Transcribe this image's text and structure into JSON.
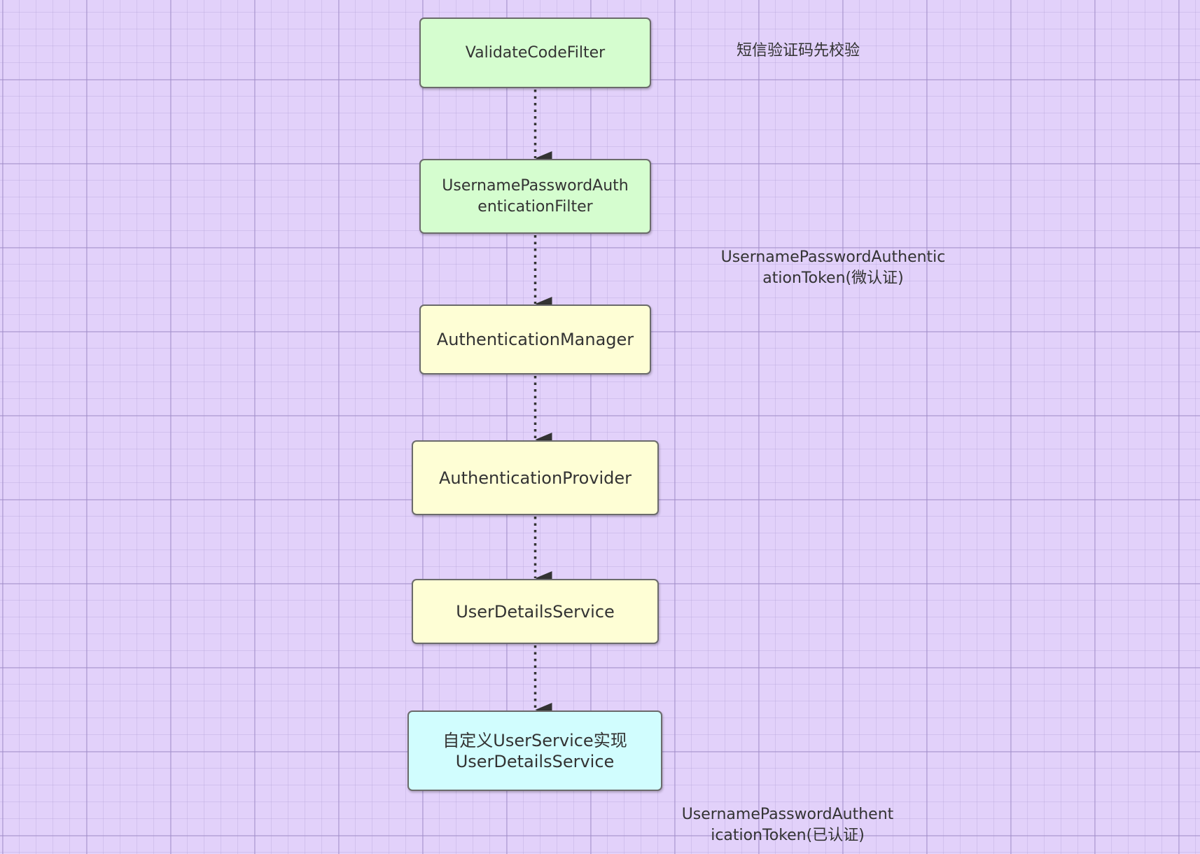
{
  "nodes": [
    {
      "id": "validate-code-filter",
      "lines": [
        "ValidateCodeFilter"
      ],
      "fill": "#d5fdcf"
    },
    {
      "id": "username-password-authentication-filter",
      "lines": [
        "UsernamePasswordAuth",
        "enticationFilter"
      ],
      "fill": "#d5fdcf"
    },
    {
      "id": "authentication-manager",
      "lines": [
        "AuthenticationManager"
      ],
      "fill": "#fefed5"
    },
    {
      "id": "authentication-provider",
      "lines": [
        "AuthenticationProvider"
      ],
      "fill": "#fefed5"
    },
    {
      "id": "user-details-service",
      "lines": [
        "UserDetailsService"
      ],
      "fill": "#fefed5"
    },
    {
      "id": "custom-user-service",
      "lines": [
        "自定义UserService实现",
        "UserDetailsService"
      ],
      "fill": "#d1fdfe"
    }
  ],
  "edges": [
    {
      "from": "validate-code-filter",
      "to": "username-password-authentication-filter",
      "style": "dotted"
    },
    {
      "from": "username-password-authentication-filter",
      "to": "authentication-manager",
      "style": "dotted"
    },
    {
      "from": "authentication-manager",
      "to": "authentication-provider",
      "style": "dotted"
    },
    {
      "from": "authentication-provider",
      "to": "user-details-service",
      "style": "dotted"
    },
    {
      "from": "user-details-service",
      "to": "custom-user-service",
      "style": "dotted"
    }
  ],
  "annotations": [
    {
      "id": "sms-code-precheck",
      "lines": [
        "短信验证码先校验"
      ]
    },
    {
      "id": "token-unauthenticated",
      "lines": [
        "UsernamePasswordAuthentic",
        "ationToken(微认证)"
      ]
    },
    {
      "id": "token-authenticated",
      "lines": [
        "UsernamePasswordAuthent",
        "icationToken(已认证)"
      ]
    }
  ],
  "colors": {
    "background": "#e2d1fa",
    "border": "#6b6b6b",
    "arrow": "#333333",
    "text": "#333333"
  }
}
